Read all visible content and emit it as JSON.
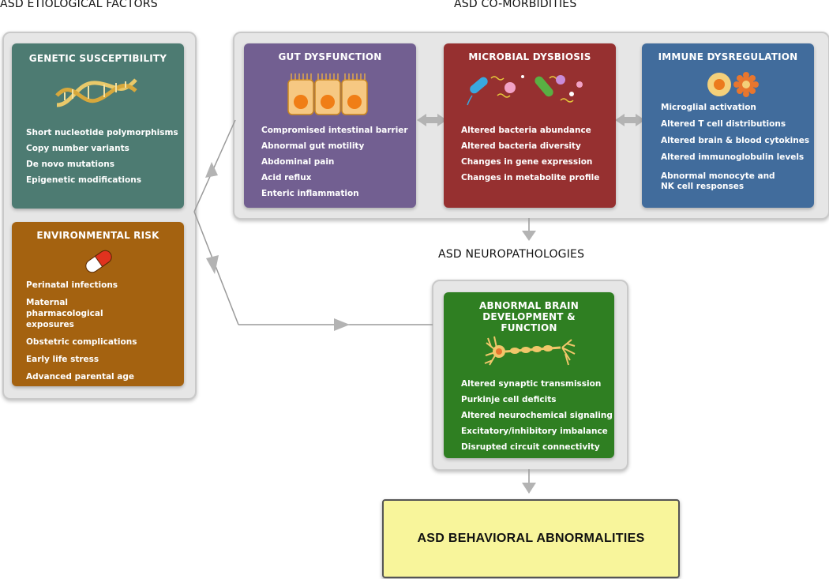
{
  "headings": {
    "etiological": "ASD ETIOLOGICAL FACTORS",
    "comorbidities": "ASD CO-MORBIDITIES",
    "neuropathologies": "ASD NEUROPATHOLOGIES"
  },
  "genetic": {
    "title": "GENETIC SUSCEPTIBILITY",
    "icon": "dna-icon",
    "color": "#4d7b72",
    "items": [
      "Short nucleotide polymorphisms",
      "Copy number variants",
      "De novo mutations",
      "Epigenetic modifications"
    ]
  },
  "environmental": {
    "title": "ENVIRONMENTAL RISK",
    "icon": "pill-icon",
    "color": "#a46210",
    "items": [
      "Perinatal infections",
      "Maternal pharmacological exposures",
      "Obstetric complications",
      "Early life stress",
      "Advanced parental age"
    ]
  },
  "gut": {
    "title": "GUT DYSFUNCTION",
    "icon": "intestinal-cells-icon",
    "color": "#725f91",
    "items": [
      "Compromised intestinal barrier",
      "Abnormal gut motility",
      "Abdominal pain",
      "Acid reflux",
      "Enteric inflammation"
    ]
  },
  "microbial": {
    "title": "MICROBIAL DYSBIOSIS",
    "icon": "bacteria-icon",
    "color": "#963030",
    "items": [
      "Altered bacteria abundance",
      "Altered bacteria diversity",
      "Changes in gene expression",
      "Changes in metabolite profile"
    ]
  },
  "immune": {
    "title": "IMMUNE DYSREGULATION",
    "icon": "immune-cells-icon",
    "color": "#416c9c",
    "items": [
      "Microglial activation",
      "Altered T cell distributions",
      "Altered brain & blood cytokines",
      "Altered immunoglobulin levels",
      "Abnormal monocyte and NK cell responses"
    ]
  },
  "brain": {
    "title": "ABNORMAL BRAIN DEVELOPMENT & FUNCTION",
    "icon": "neuron-icon",
    "color": "#2f7f22",
    "items": [
      "Altered synaptic transmission",
      "Purkinje cell deficits",
      "Altered neurochemical signaling",
      "Excitatory/inhibitory imbalance",
      "Disrupted circuit connectivity"
    ]
  },
  "outcome": {
    "label": "ASD BEHAVIORAL ABNORMALITIES",
    "color": "#f8f59b"
  }
}
